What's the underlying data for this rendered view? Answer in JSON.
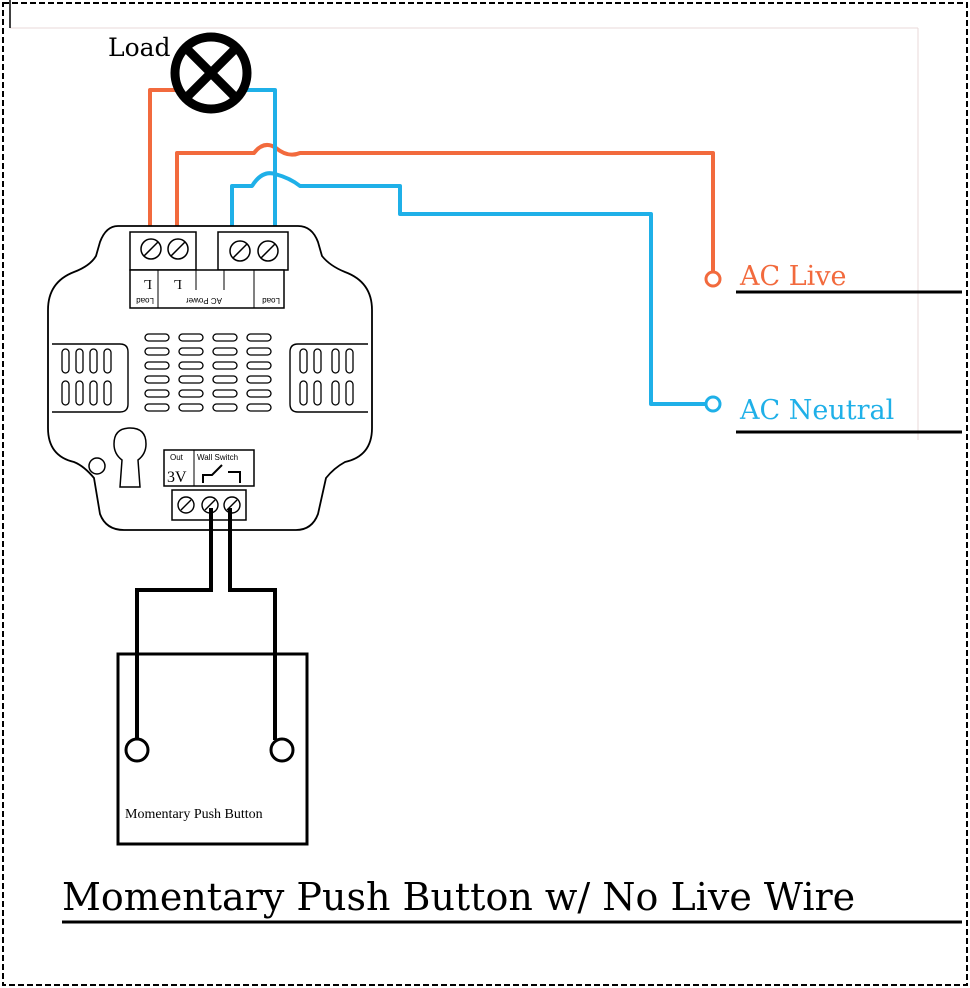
{
  "title": "Momentary Push Button w/ No Live Wire",
  "load_label": "Load",
  "ac_live_label": "AC Live",
  "ac_neutral_label": "AC Neutral",
  "button_label": "Momentary Push Button",
  "module": {
    "terminal_labels": {
      "load_left": "Load",
      "ac_power": "AC Power",
      "load_right": "Load",
      "l_left": "L",
      "l_mid": "L"
    },
    "out_label": "Out",
    "wall_switch_label": "Wall Switch",
    "voltage_label": "3V"
  },
  "colors": {
    "live": "#f26a3d",
    "neutral": "#1fb0e8",
    "wire": "#000000"
  }
}
